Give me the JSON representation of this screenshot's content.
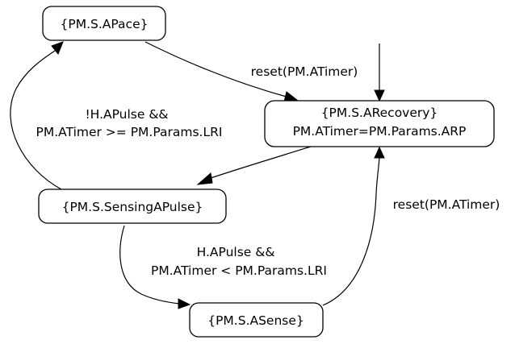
{
  "diagram": {
    "nodes": {
      "apace": {
        "lines": [
          "{PM.S.APace}"
        ]
      },
      "arecovery": {
        "lines": [
          "{PM.S.ARecovery}",
          "PM.ATimer=PM.Params.ARP"
        ]
      },
      "sensing": {
        "lines": [
          "{PM.S.SensingAPulse}"
        ]
      },
      "asense": {
        "lines": [
          "{PM.S.ASense}"
        ]
      }
    },
    "edges": {
      "apace_to_arecovery": {
        "lines": [
          "reset(PM.ATimer)"
        ]
      },
      "sensing_to_apace": {
        "lines": [
          "!H.APulse &&",
          "PM.ATimer >= PM.Params.LRI"
        ]
      },
      "sensing_to_asense": {
        "lines": [
          "H.APulse &&",
          "PM.ATimer < PM.Params.LRI"
        ]
      },
      "asense_to_arecovery": {
        "lines": [
          "reset(PM.ATimer)"
        ]
      }
    }
  }
}
